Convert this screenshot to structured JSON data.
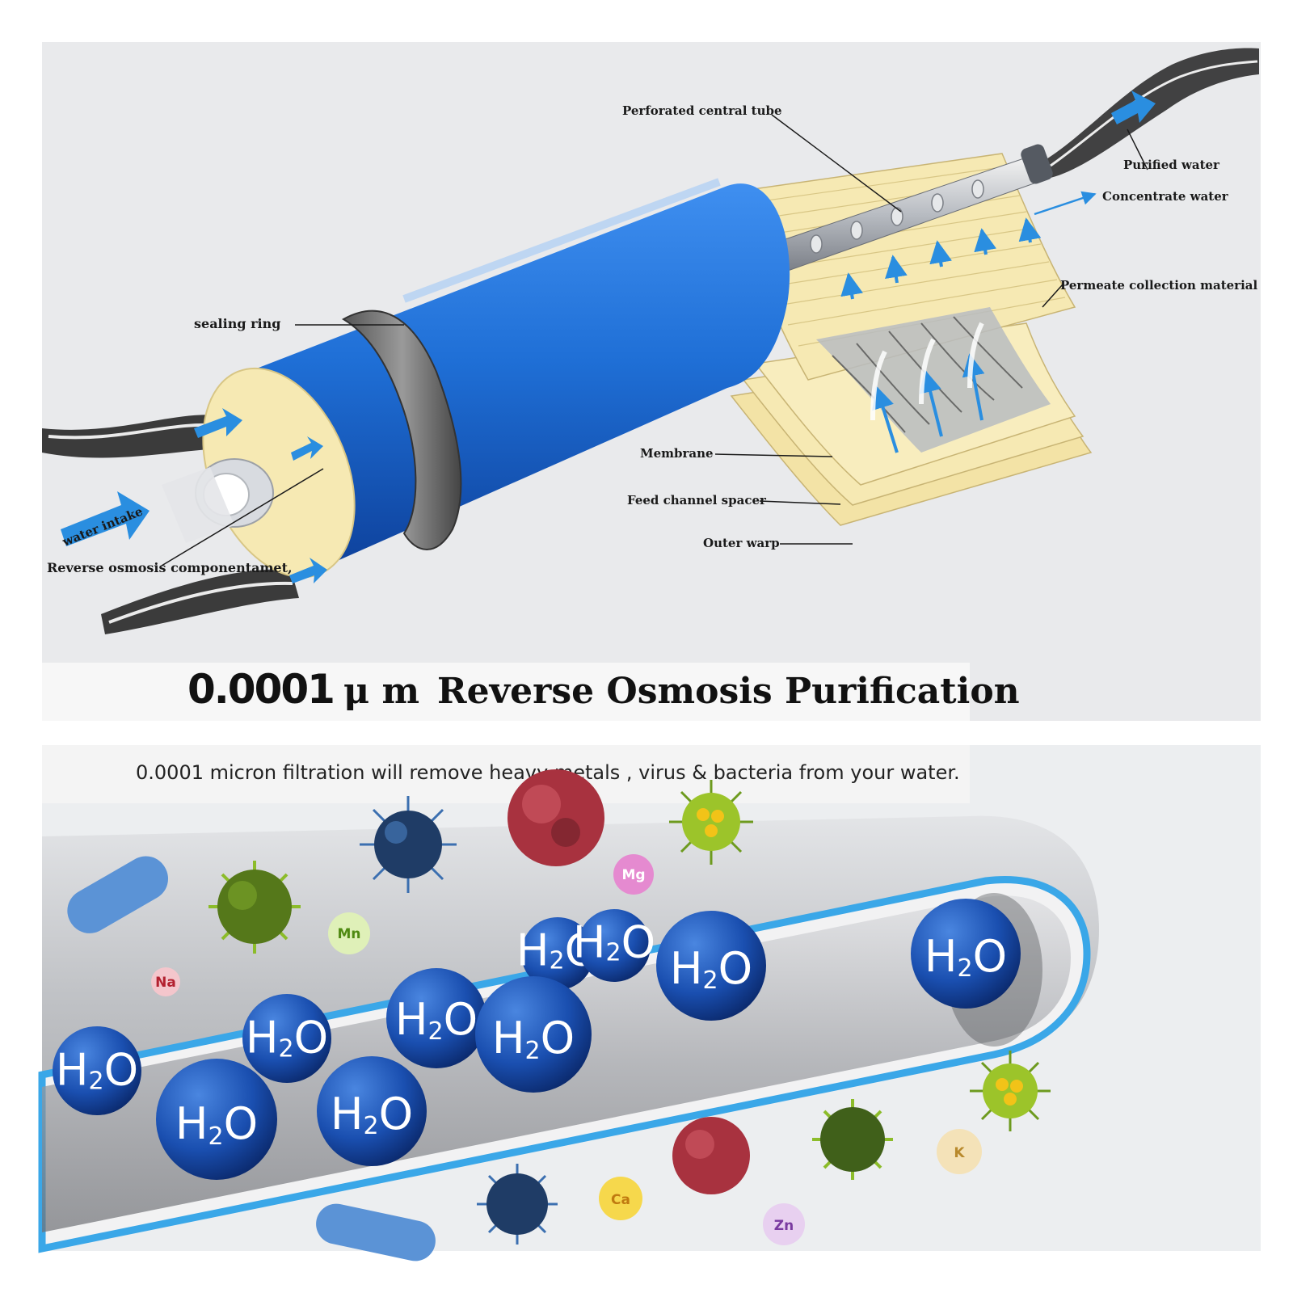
{
  "labels": {
    "perforated_tube": "Perforated central tube",
    "purified_water": "Purified water",
    "concentrate_water": "Concentrate water",
    "permeate_material": "Permeate collection material",
    "sealing_ring": "sealing ring",
    "membrane": "Membrane",
    "feed_spacer": "Feed channel spacer",
    "outer_warp": "Outer warp",
    "water_intake": "water intake",
    "ro_component": "Reverse osmosis componentamet,"
  },
  "title": {
    "number": "0.0001",
    "unit": "μ m",
    "text": "Reverse Osmosis Purification"
  },
  "subtitle": "0.0001 micron filtration will remove heavy metals , virus & bacteria from your water.",
  "molecule": {
    "base": "H",
    "sub": "2",
    "tail": "O"
  },
  "ions": {
    "na": "Na",
    "mn": "Mn",
    "mg": "Mg",
    "ca": "Ca",
    "zn": "Zn",
    "k": "K"
  },
  "colors": {
    "cartridge_blue": "#1f6fd6",
    "membrane_cream": "#f6e9b3",
    "molecule_blue": "#1a4fb0",
    "pipe_outline": "#3aa7e8"
  }
}
